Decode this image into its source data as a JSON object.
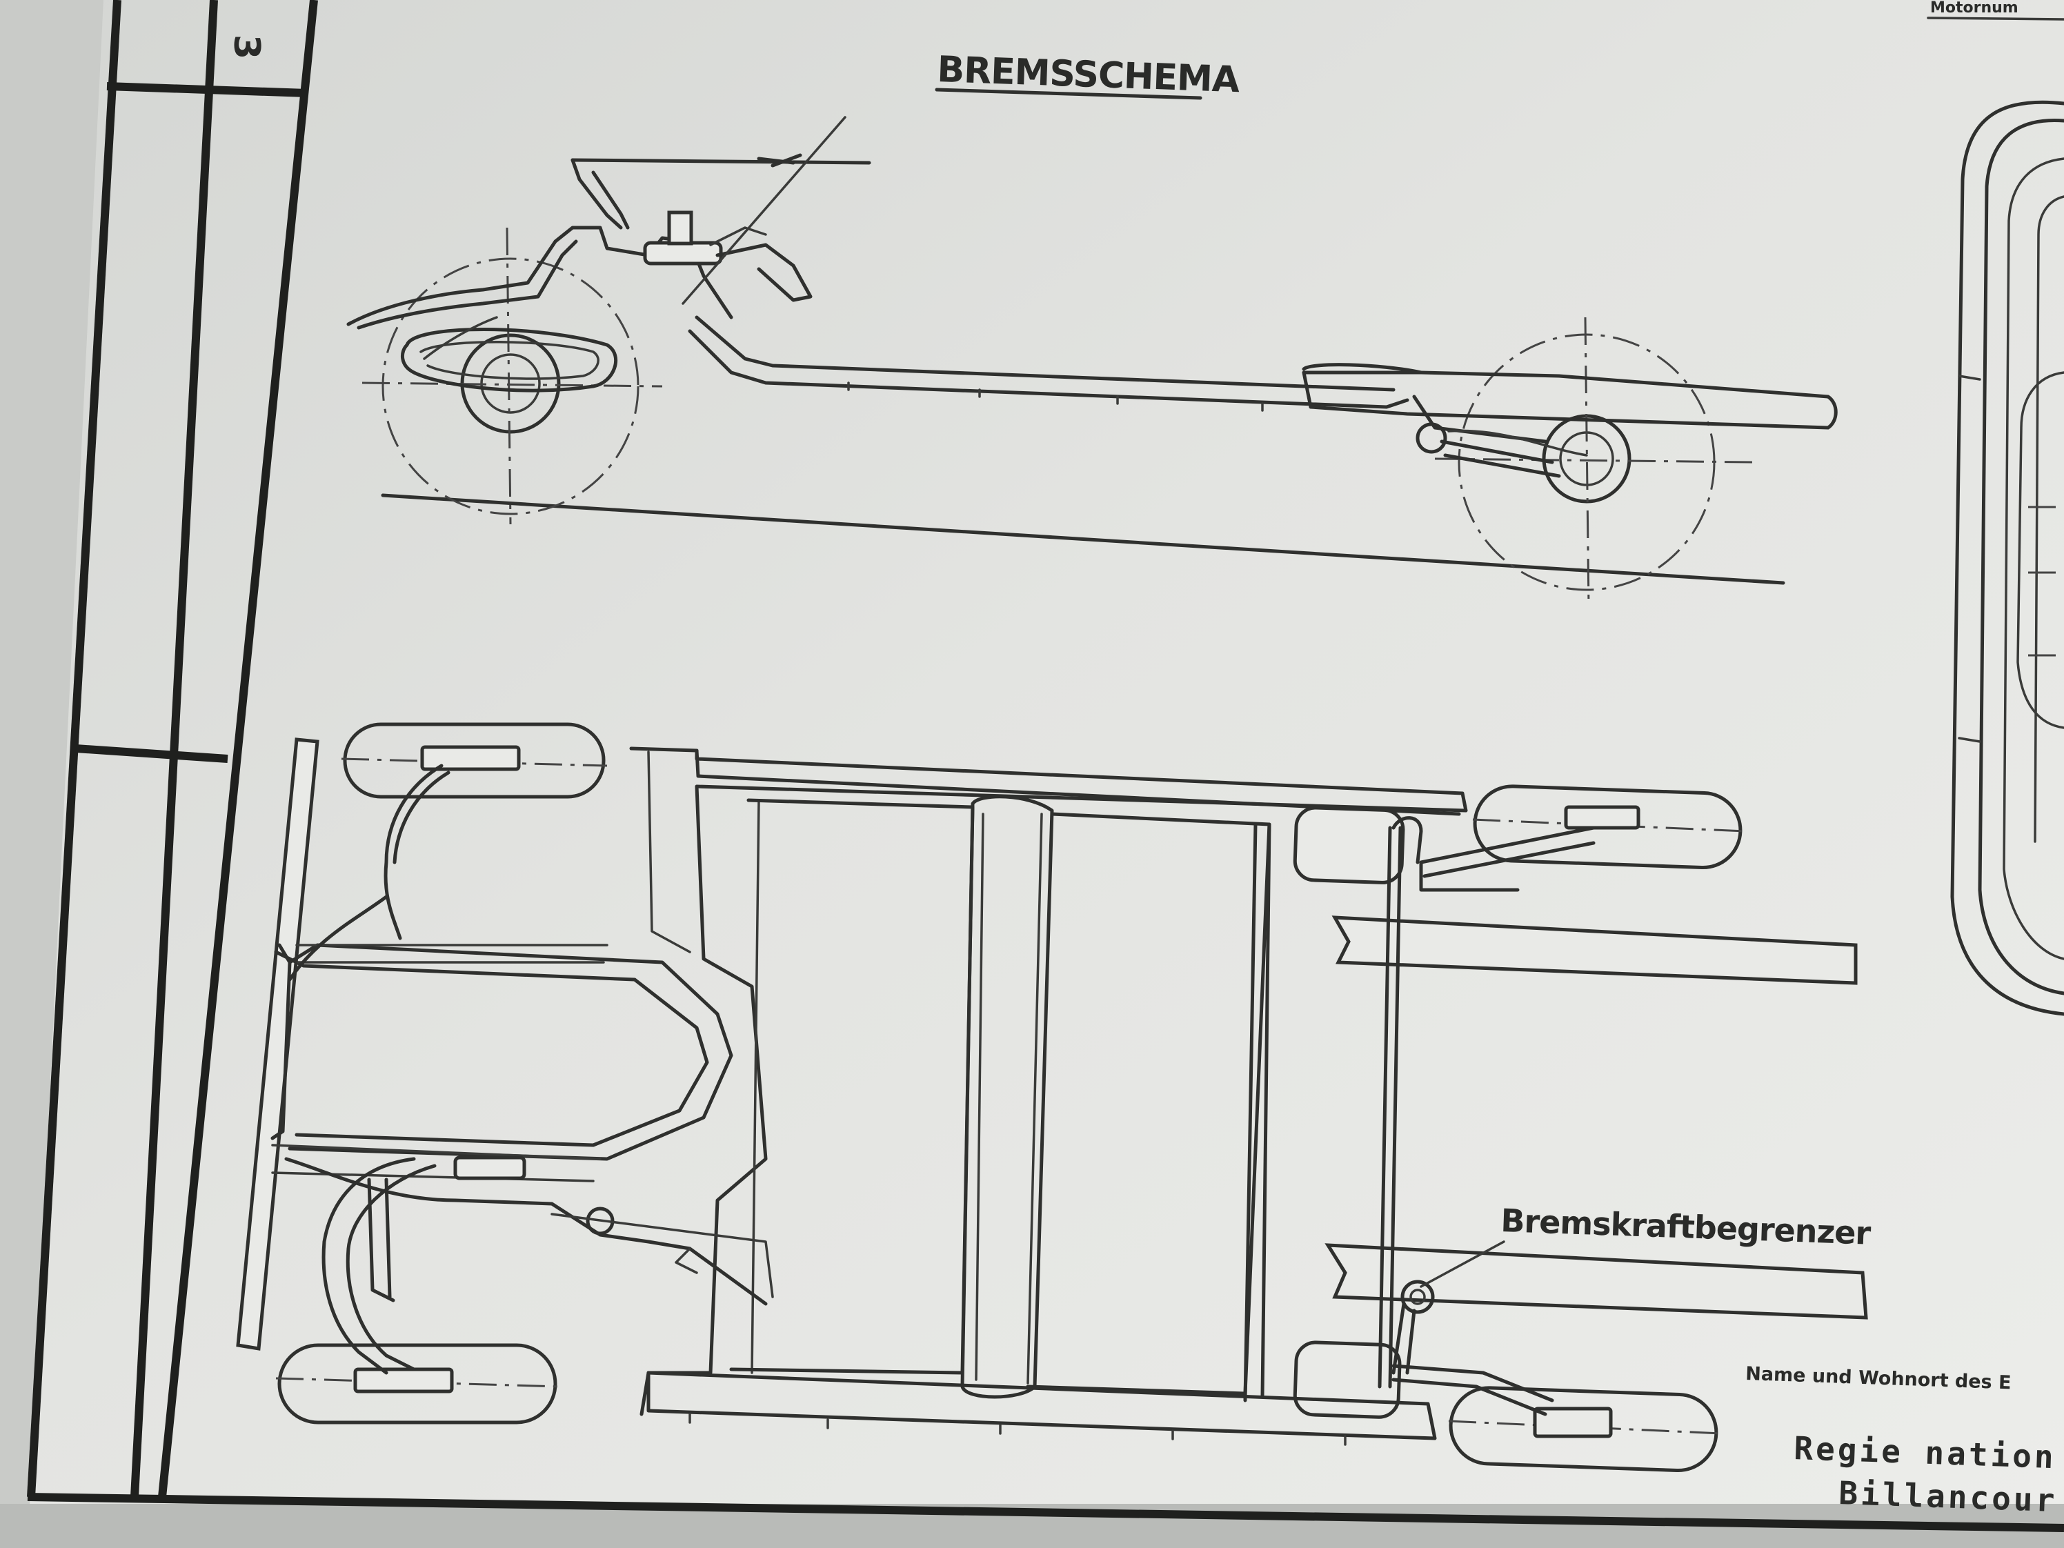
{
  "drawing": {
    "title": "BREMSSCHEMA",
    "callout_label": "Bremskraftbegrenzer",
    "corner_label": "Motornum",
    "margin_numeral": "3"
  },
  "title_block": {
    "owner_caption": "Name und Wohnort des E",
    "company_line1": "Regie nation",
    "company_line2": "Billancour"
  }
}
